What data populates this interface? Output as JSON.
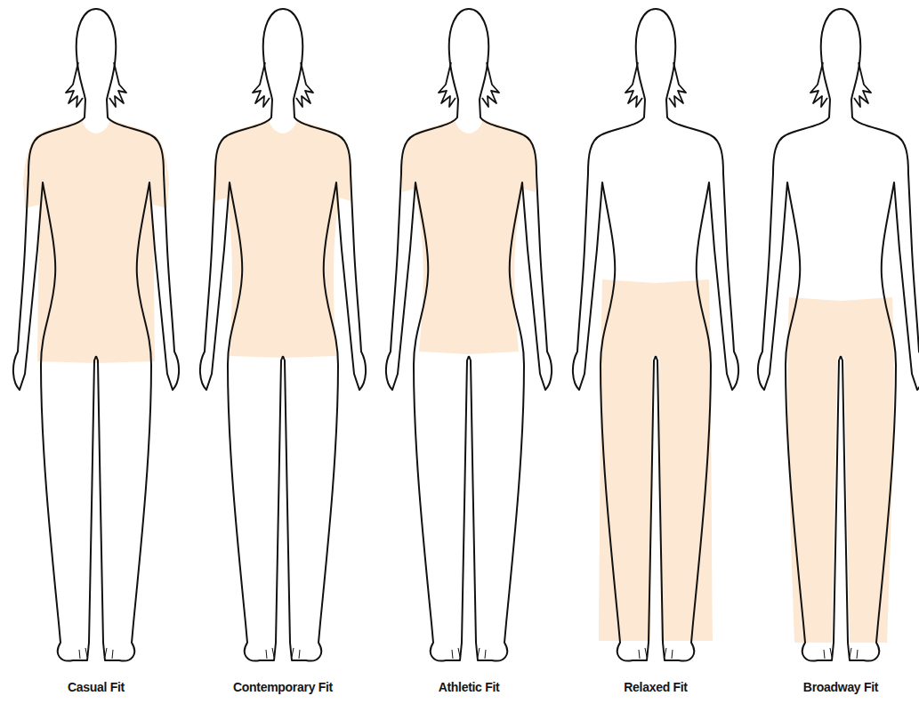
{
  "diagram": {
    "labels": [
      "Casual Fit",
      "Contemporary Fit",
      "Athletic Fit",
      "Relaxed Fit",
      "Broadway Fit"
    ]
  }
}
